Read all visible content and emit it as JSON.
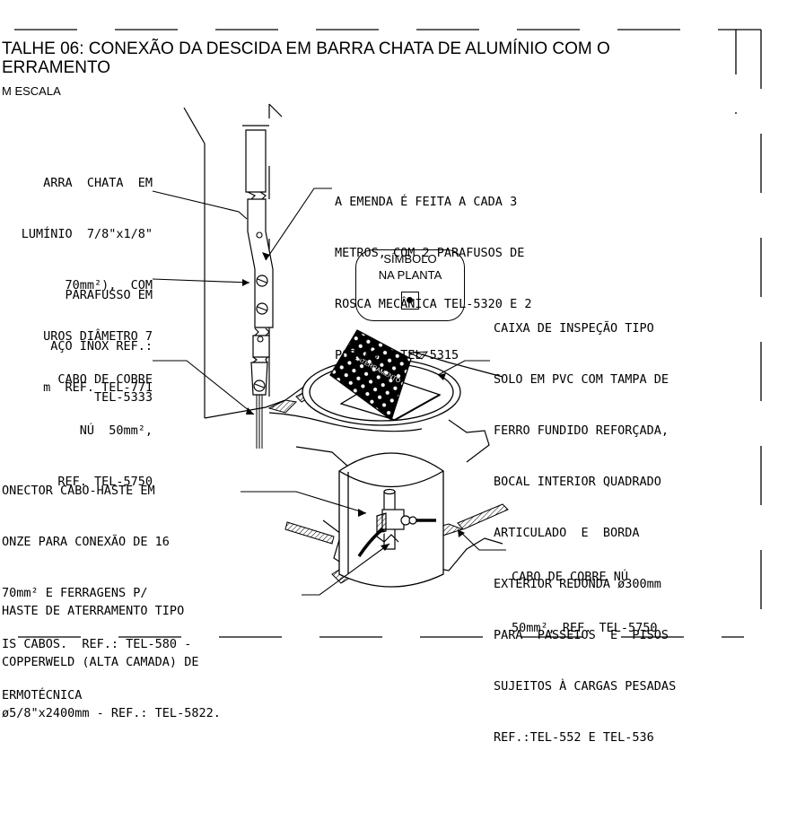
{
  "title": {
    "line1": "TALHE 06: CONEXÃO DA DESCIDA EM BARRA CHATA DE ALUMÍNIO COM O",
    "line2": "ERRAMENTO",
    "scale": "M ESCALA"
  },
  "notes": {
    "barra_chata": [
      "ARRA  CHATA  EM",
      "LUMÍNIO  7/8\"x1/8\"",
      "70mm²),  COM",
      "UROS DIÂMETRO 7",
      "m  REF. TEL-771"
    ],
    "emenda": [
      "A EMENDA É FEITA A CADA 3",
      "METROS, COM 2 PARAFUSOS DE",
      "ROSCA MECÂNICA TEL-5320 E 2",
      "PORCAS   TEL-5315"
    ],
    "parafuso": [
      "PARAFUSSO EM",
      "AÇO INOX REF.:",
      "TEL-5333"
    ],
    "cabo_descida": [
      "CABO DE COBRE",
      "NÚ  50mm²,",
      "REF. TEL-5750"
    ],
    "caixa": [
      "CAIXA DE INSPEÇÃO TIPO",
      "SOLO EM PVC COM TAMPA DE",
      "FERRO FUNDIDO REFORÇADA,",
      "BOCAL INTERIOR QUADRADO",
      "ARTICULADO  E  BORDA",
      "EXTERIOR REDONDA ø300mm",
      "PARA  PASSEIOS  E  PISOS",
      "SUJEITOS À CARGAS PESADAS",
      "REF.:TEL-552 E TEL-536"
    ],
    "conector": [
      "ONECTOR CABO-HASTE EM",
      "ONZE PARA CONEXÃO DE 16",
      "70mm² E FERRAGENS P/",
      "IS CABOS.  REF.: TEL-580 -",
      "ERMOTÉCNICA"
    ],
    "cabo_solo": [
      "CABO DE COBRE NÚ",
      "50mm², REF. TEL-5750"
    ],
    "haste": [
      "HASTE DE ATERRAMENTO TIPO",
      "COPPERWELD (ALTA CAMADA) DE",
      "ø5/8\"x2400mm - REF.: TEL-5822."
    ]
  },
  "symbol": {
    "line1": "SÍMBOLO",
    "line2": "NA PLANTA"
  },
  "lid_text": "ATERRAMENTO"
}
